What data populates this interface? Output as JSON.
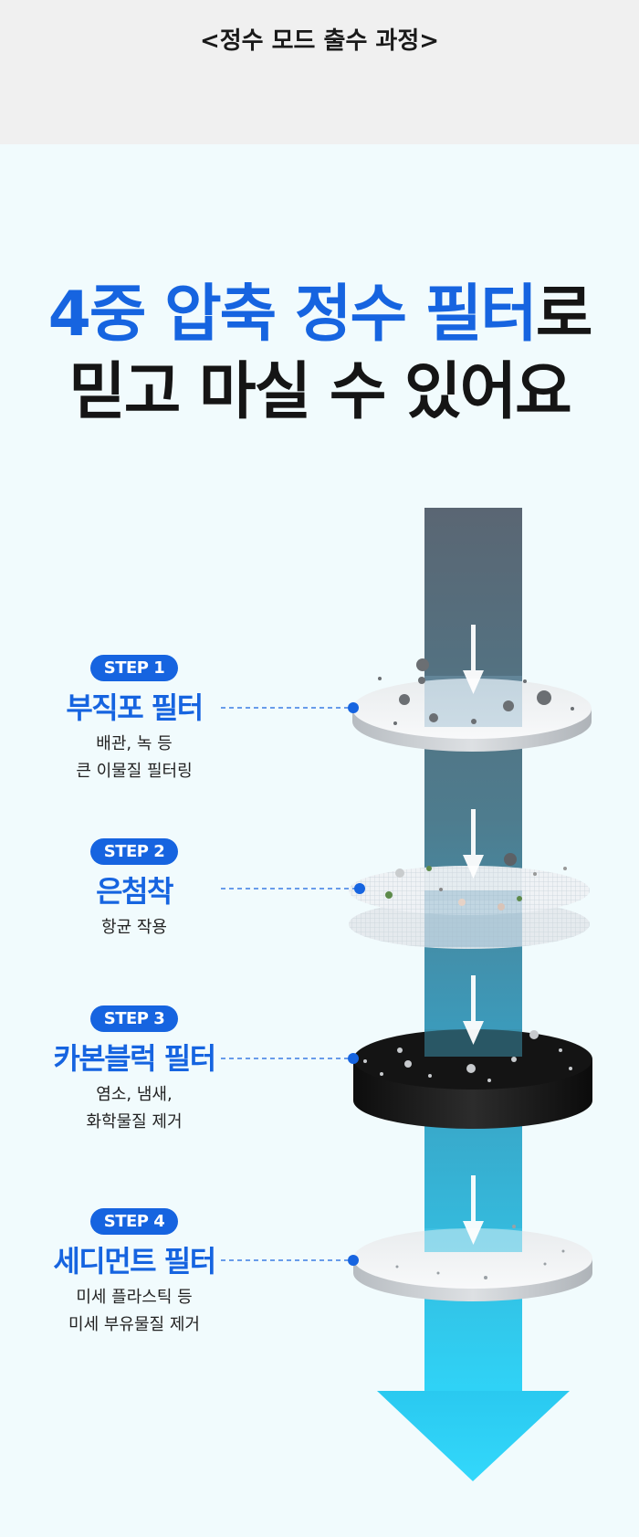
{
  "header": {
    "title": "<정수 모드 출수 과정>"
  },
  "headline": {
    "line1_blue": "4중 압축 정수 필터",
    "line1_dark": "로",
    "line2": "믿고 마실 수 있어요"
  },
  "steps": [
    {
      "badge": "STEP 1",
      "title": "부직포 필터",
      "desc": [
        "배관, 녹 등",
        "큰 이물질 필터링"
      ]
    },
    {
      "badge": "STEP 2",
      "title": "은첨착",
      "desc": [
        "항균 작용"
      ]
    },
    {
      "badge": "STEP 3",
      "title": "카본블럭 필터",
      "desc": [
        "염소, 냄새,",
        "화학물질 제거"
      ]
    },
    {
      "badge": "STEP 4",
      "title": "세디먼트 필터",
      "desc": [
        "미세 플라스틱 등",
        "미세 부유물질 제거"
      ]
    }
  ],
  "colors": {
    "accent": "#1664e0",
    "water_top": "#5a6673",
    "water_bottom": "#2fd3f7",
    "background": "#f1fbfd"
  }
}
